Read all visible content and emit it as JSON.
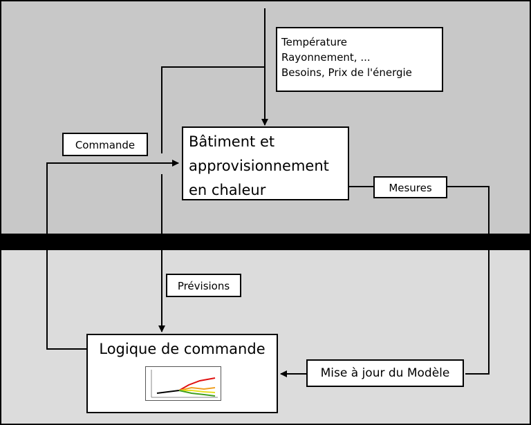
{
  "inputs": {
    "line1": "Température",
    "line2": "Rayonnement, ...",
    "line3": "Besoins, Prix de l'énergie"
  },
  "building": {
    "line1": "Bâtiment et",
    "line2": "approvisionnement",
    "line3": "en chaleur"
  },
  "labels": {
    "commande": "Commande",
    "mesures": "Mesures",
    "previsions": "Prévisions",
    "mise_a_jour": "Mise à jour du Modèle"
  },
  "logic": {
    "title": "Logique de commande"
  },
  "colors": {
    "top_panel": "#c8c8c8",
    "bottom_panel": "#dcdcdc",
    "background": "#000000",
    "trend_history": "#000000",
    "trend_high": "#e01010",
    "trend_mid_high": "#f0a020",
    "trend_mid": "#e8e020",
    "trend_low": "#40a020"
  }
}
